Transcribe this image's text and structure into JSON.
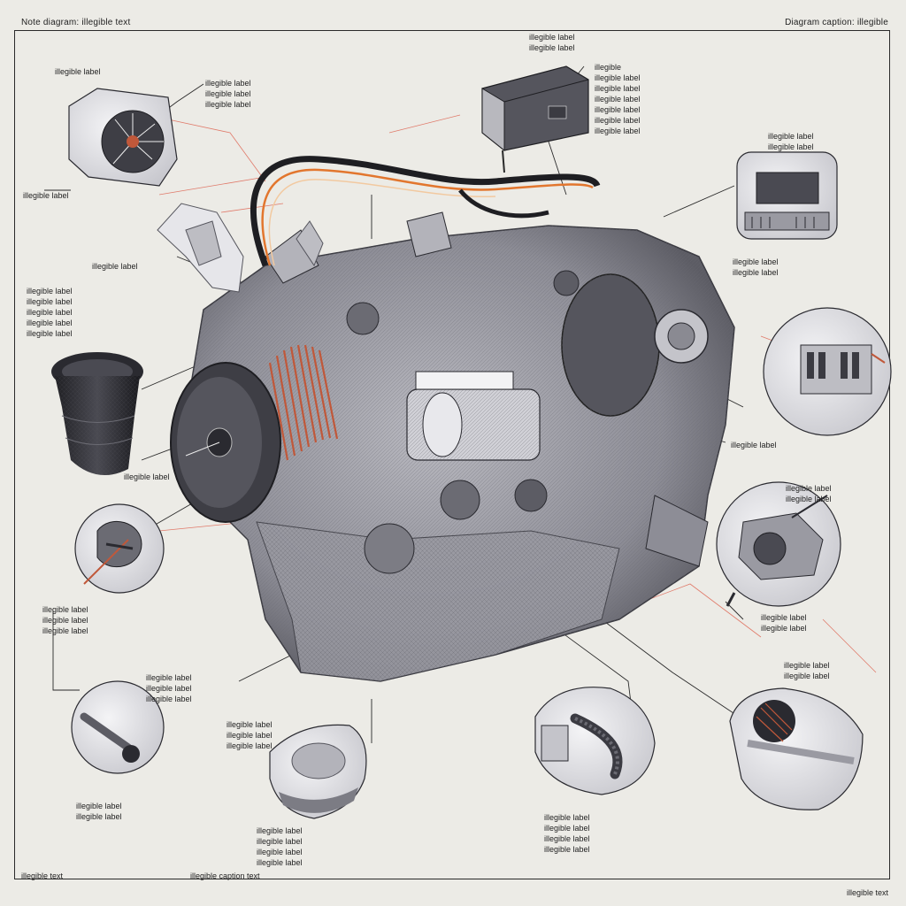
{
  "header": {
    "left_title": "Note diagram: illegible text",
    "right_title": "Diagram caption: illegible"
  },
  "footer": {
    "left": "illegible text",
    "center": "illegible caption text",
    "right": "illegible text"
  },
  "callouts": [
    {
      "id": "c-fan-housing",
      "lines": [
        "illegible label"
      ]
    },
    {
      "id": "c-top-left-note",
      "lines": [
        "illegible label",
        "illegible label",
        "illegible label"
      ]
    },
    {
      "id": "c-connector-top",
      "lines": [
        "illegible label",
        "illegible label"
      ]
    },
    {
      "id": "c-connector-side",
      "lines": [
        "illegible",
        "illegible label",
        "illegible label",
        "illegible label",
        "illegible label",
        "illegible label",
        "illegible label"
      ]
    },
    {
      "id": "c-display",
      "lines": [
        "illegible label",
        "illegible label"
      ]
    },
    {
      "id": "c-display-below",
      "lines": [
        "illegible label",
        "illegible label"
      ]
    },
    {
      "id": "c-left-mid",
      "lines": [
        "illegible label"
      ]
    },
    {
      "id": "c-bracket",
      "lines": [
        "illegible label"
      ]
    },
    {
      "id": "c-left-list",
      "lines": [
        "illegible label",
        "illegible label",
        "illegible label",
        "illegible label",
        "illegible label"
      ]
    },
    {
      "id": "c-right-long",
      "lines": [
        "illegible label"
      ]
    },
    {
      "id": "c-cap-label",
      "lines": [
        "illegible label"
      ]
    },
    {
      "id": "c-right-detail",
      "lines": [
        "illegible label",
        "illegible label"
      ]
    },
    {
      "id": "c-right-detail-below",
      "lines": [
        "illegible label",
        "illegible label"
      ]
    },
    {
      "id": "c-left-detail-below",
      "lines": [
        "illegible label",
        "illegible label",
        "illegible label"
      ]
    },
    {
      "id": "c-lower-right",
      "lines": [
        "illegible label",
        "illegible label"
      ]
    },
    {
      "id": "c-plug-detail",
      "lines": [
        "illegible label",
        "illegible label",
        "illegible label"
      ]
    },
    {
      "id": "c-bowl-detail",
      "lines": [
        "illegible label",
        "illegible label",
        "illegible label"
      ]
    },
    {
      "id": "c-bottom-left",
      "lines": [
        "illegible label",
        "illegible label"
      ]
    },
    {
      "id": "c-bottom-center",
      "lines": [
        "illegible label",
        "illegible label",
        "illegible label",
        "illegible label"
      ]
    },
    {
      "id": "c-bottom-right",
      "lines": [
        "illegible label",
        "illegible label",
        "illegible label",
        "illegible label"
      ]
    }
  ],
  "colors": {
    "background": "#ecebe6",
    "ink": "#1a1a1a",
    "metal_light": "#c9c9cf",
    "metal_mid": "#8a8a92",
    "metal_dark": "#3b3b42",
    "copper": "#c0583a",
    "wire_orange": "#e2762e",
    "leader_red": "#e07a6a"
  },
  "icons": [
    "fan-housing-icon",
    "connector-block-icon",
    "display-module-icon",
    "bracket-icon",
    "rubber-cap-icon",
    "coil-detail-icon",
    "right-gear-detail-icon",
    "plug-detail-icon",
    "bowl-detail-icon",
    "hose-detail-icon",
    "lower-right-detail-icon",
    "right-linkage-detail-icon",
    "motor-assembly-icon"
  ]
}
